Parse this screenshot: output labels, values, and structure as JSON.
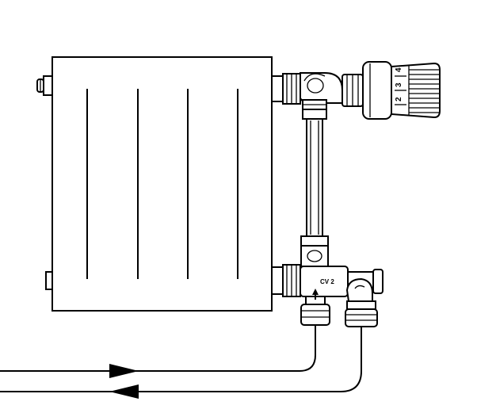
{
  "valve": {
    "label": "CV 2"
  },
  "thermostat": {
    "scale_marks": [
      "2",
      "3",
      "4"
    ]
  },
  "pipes": {
    "supply_direction": "right",
    "return_direction": "left"
  },
  "colors": {
    "line": "#000000",
    "background": "#ffffff"
  }
}
